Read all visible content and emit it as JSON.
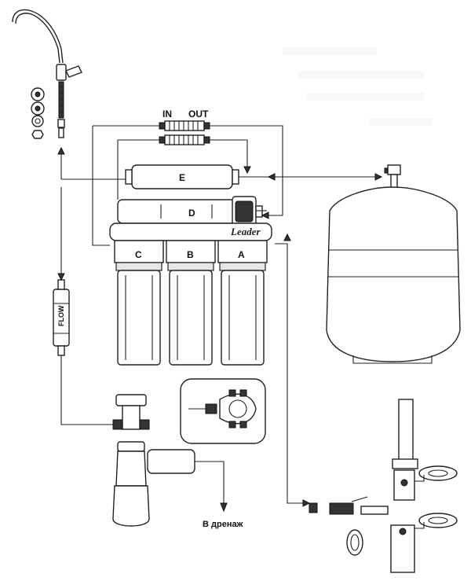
{
  "diagram": {
    "labels": {
      "in": "IN",
      "out": "OUT",
      "filter_e": "E",
      "filter_d": "D",
      "filter_c": "C",
      "filter_b": "B",
      "filter_a": "A",
      "brand": "Leader",
      "flow": "FLOW",
      "drain": "В дренаж"
    },
    "icons": [
      "faucet-icon",
      "storage-tank-icon",
      "drain-siphon-icon",
      "feed-valve-icon",
      "drain-clamp-icon",
      "flow-restrictor-icon"
    ]
  }
}
